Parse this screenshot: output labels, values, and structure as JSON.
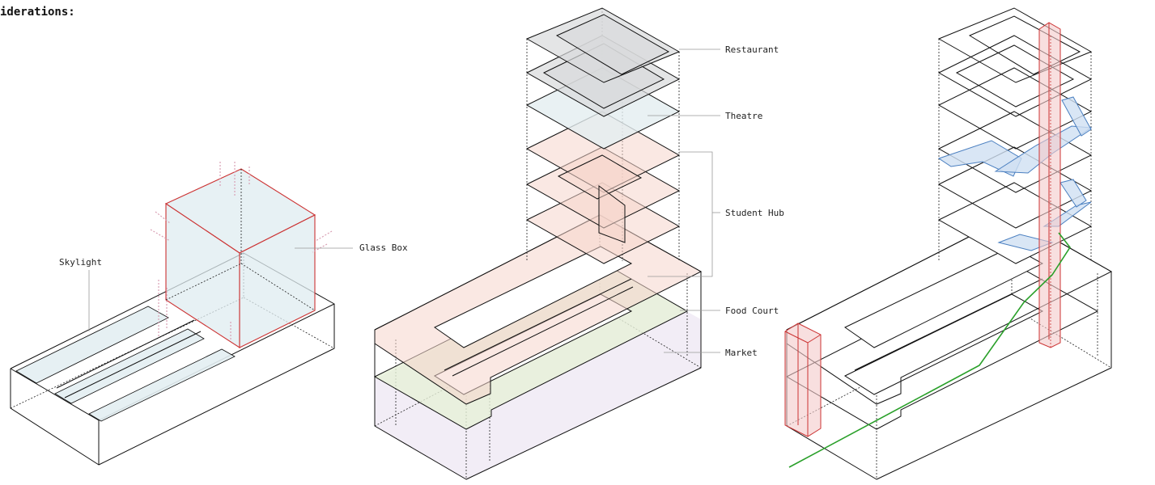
{
  "header": {
    "title": "iderations:"
  },
  "diagram1": {
    "skylight_label": "Skylight",
    "glassbox_label": "Glass Box"
  },
  "diagram2": {
    "labels": [
      "Restaurant",
      "Theatre",
      "Student Hub",
      "Food Court",
      "Market"
    ]
  },
  "colors": {
    "glass_edge": "#cc3333",
    "glass_fill": "#dfecf0",
    "student_hub": "#f6d6cc",
    "food_court": "#e6f0d8",
    "market": "#efe8f4",
    "circulation_core": "#f3c9c9",
    "stair": "#cfe0f2",
    "path": "#2aa02a"
  }
}
